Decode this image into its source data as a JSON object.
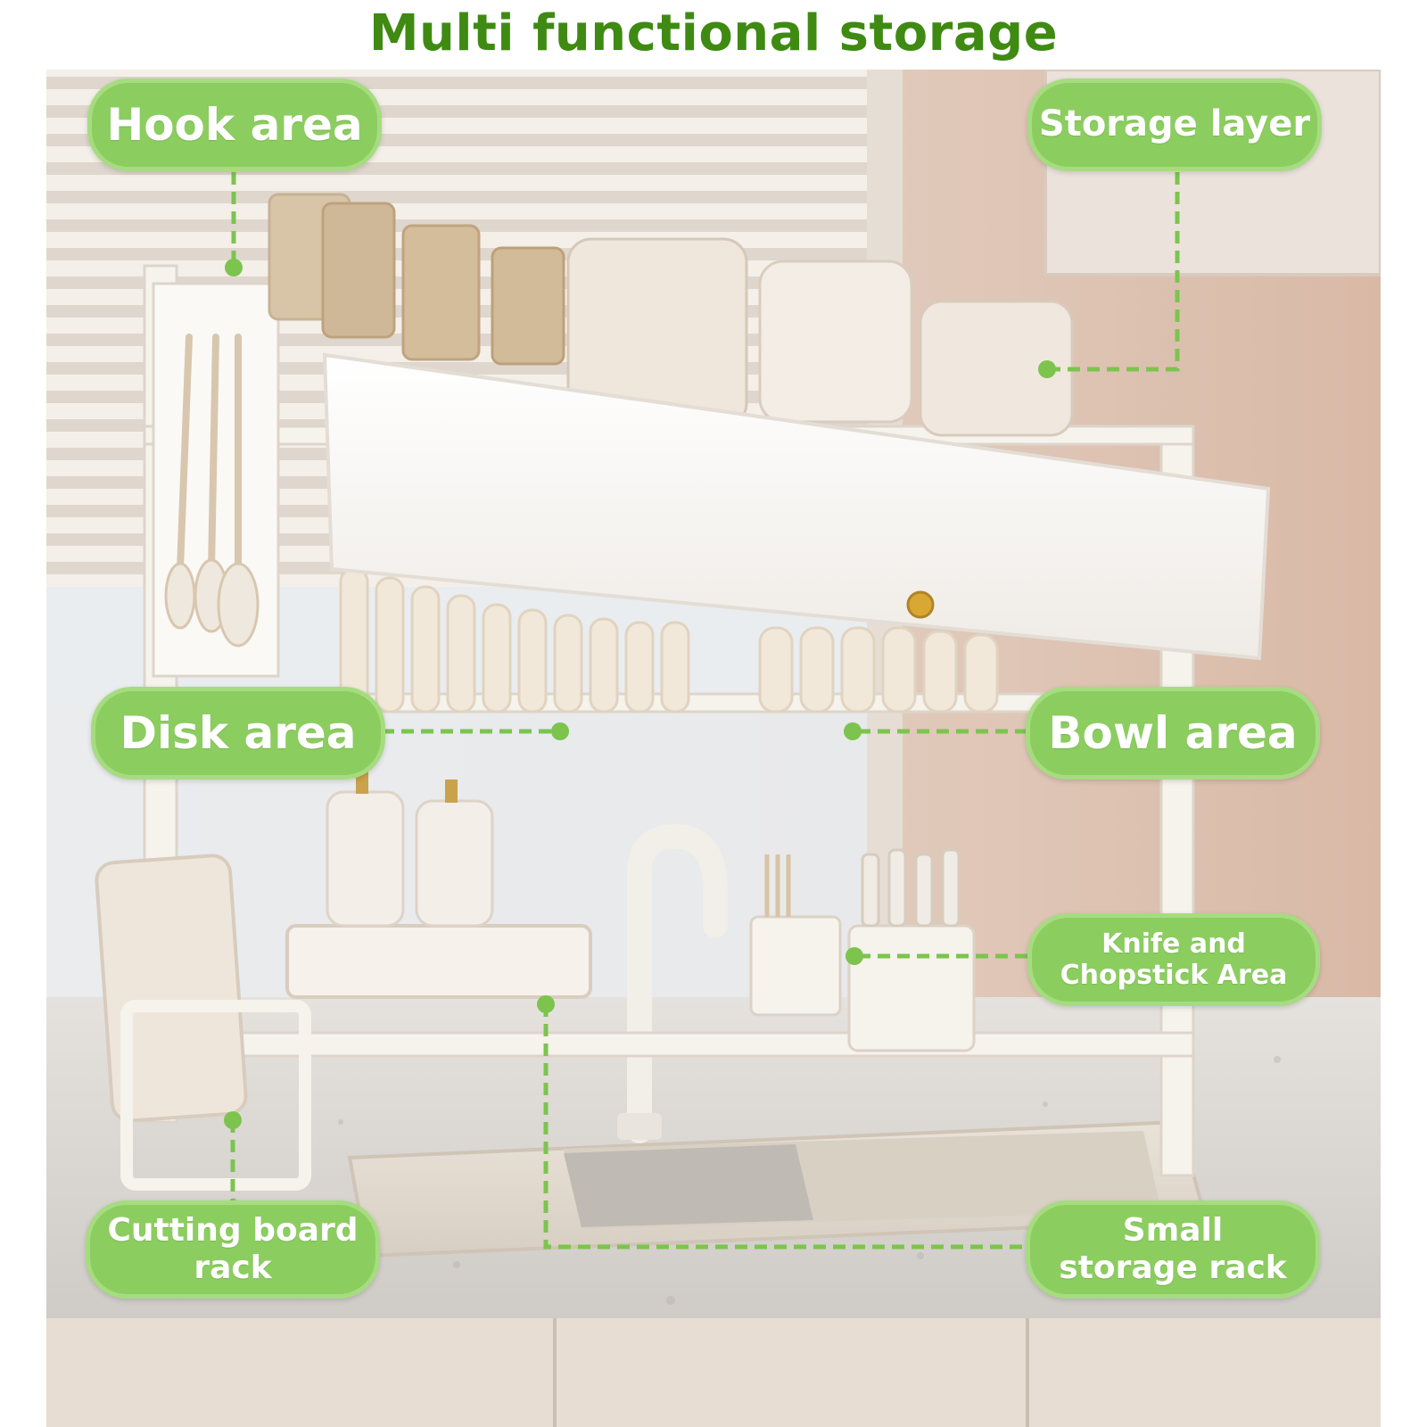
{
  "title": "Multi functional storage",
  "labels": {
    "hook_area": "Hook area",
    "storage_layer": "Storage layer",
    "disk_area": "Disk area",
    "bowl_area": "Bowl area",
    "knife_chopstick_line1": "Knife and",
    "knife_chopstick_line2": "Chopstick Area",
    "cutting_board_line1": "Cutting board",
    "cutting_board_line2": "rack",
    "small_storage_line1": "Small",
    "small_storage_line2": "storage rack"
  },
  "colors": {
    "title": "#3f8a12",
    "label_fill": "#8ccd60",
    "label_border": "#a6dc80",
    "leader_line": "#7cc44e",
    "rack": "#f6f2ec"
  }
}
